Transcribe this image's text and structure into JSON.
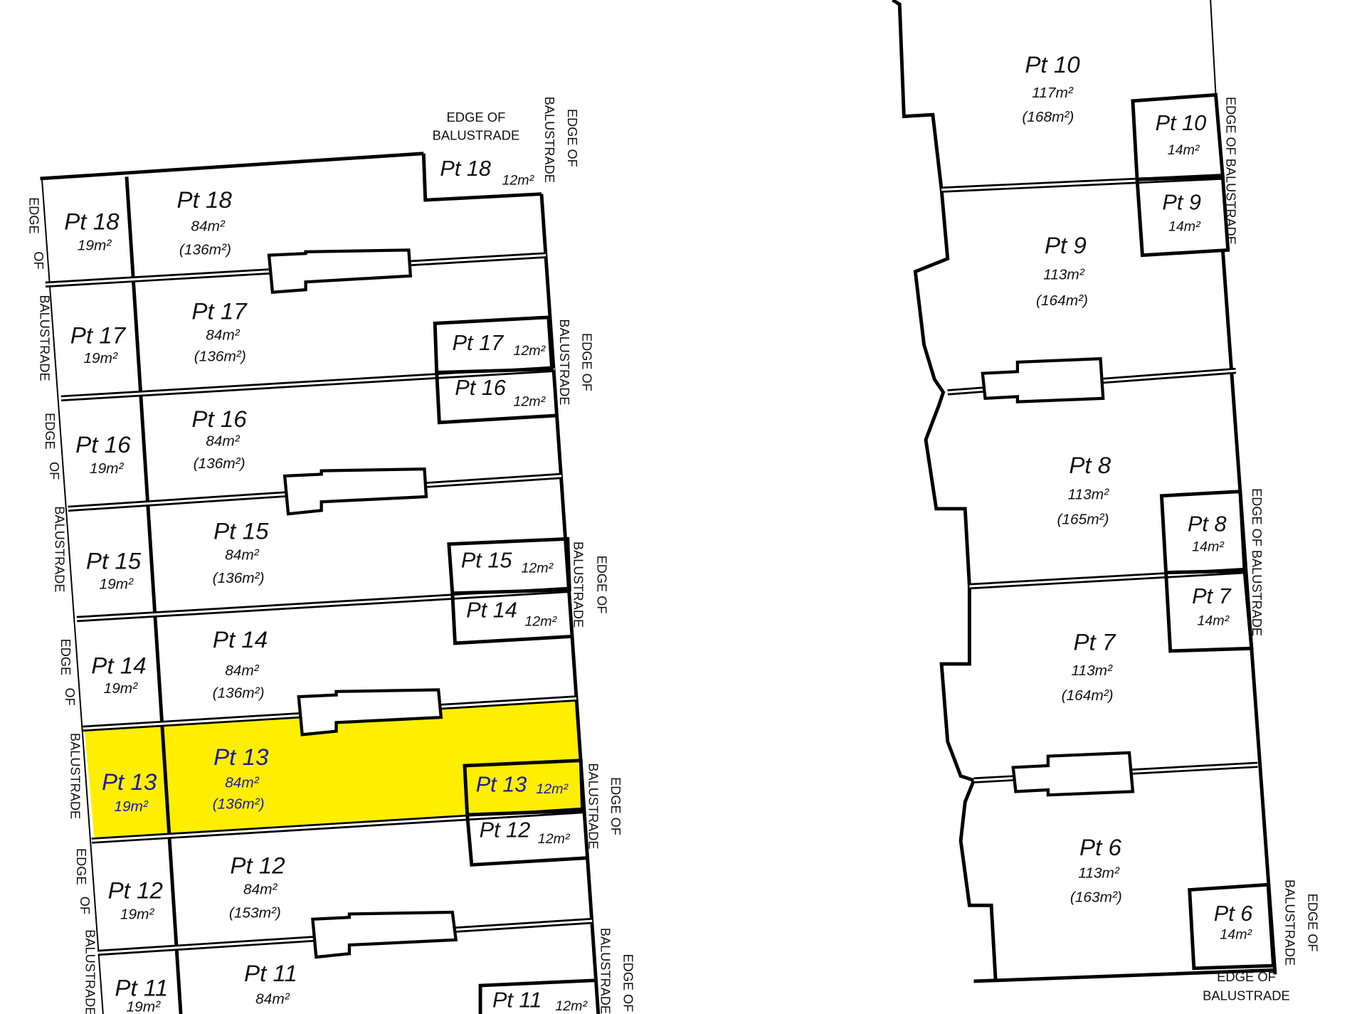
{
  "left_building": {
    "highlight_color": "#ffee00",
    "highlighted_lot": "Pt 13",
    "lots": [
      {
        "courtyard": {
          "name": "Pt 18",
          "area": "19m²"
        },
        "main": {
          "name": "Pt 18",
          "area": "84m²",
          "total": "(136m²)"
        },
        "balcony": {
          "name": "Pt 18",
          "area": "12m²"
        }
      },
      {
        "courtyard": {
          "name": "Pt 17",
          "area": "19m²"
        },
        "main": {
          "name": "Pt 17",
          "area": "84m²",
          "total": "(136m²)"
        },
        "balcony": {
          "name": "Pt 17",
          "area": "12m²"
        }
      },
      {
        "courtyard": {
          "name": "Pt 16",
          "area": "19m²"
        },
        "main": {
          "name": "Pt 16",
          "area": "84m²",
          "total": "(136m²)"
        },
        "balcony": {
          "name": "Pt 16",
          "area": "12m²"
        }
      },
      {
        "courtyard": {
          "name": "Pt 15",
          "area": "19m²"
        },
        "main": {
          "name": "Pt 15",
          "area": "84m²",
          "total": "(136m²)"
        },
        "balcony": {
          "name": "Pt 15",
          "area": "12m²"
        }
      },
      {
        "courtyard": {
          "name": "Pt 14",
          "area": "19m²"
        },
        "main": {
          "name": "Pt 14",
          "area": "84m²",
          "total": "(136m²)"
        },
        "balcony": {
          "name": "Pt 14",
          "area": "12m²"
        }
      },
      {
        "courtyard": {
          "name": "Pt 13",
          "area": "19m²"
        },
        "main": {
          "name": "Pt 13",
          "area": "84m²",
          "total": "(136m²)"
        },
        "balcony": {
          "name": "Pt 13",
          "area": "12m²"
        }
      },
      {
        "courtyard": {
          "name": "Pt 12",
          "area": "19m²"
        },
        "main": {
          "name": "Pt 12",
          "area": "84m²",
          "total": "(153m²)"
        },
        "balcony": {
          "name": "Pt 12",
          "area": "12m²"
        }
      },
      {
        "courtyard": {
          "name": "Pt 11",
          "area": "19m²"
        },
        "main": {
          "name": "Pt 11",
          "area": "84m²"
        },
        "balcony": {
          "name": "Pt 11",
          "area": "12m²"
        }
      }
    ]
  },
  "right_building": {
    "lots": [
      {
        "main": {
          "name": "Pt 10",
          "area": "117m²",
          "total": "(168m²)"
        },
        "balcony": {
          "name": "Pt 10",
          "area": "14m²"
        }
      },
      {
        "main": {
          "name": "Pt 9",
          "area": "113m²",
          "total": "(164m²)"
        },
        "balcony": {
          "name": "Pt 9",
          "area": "14m²"
        }
      },
      {
        "main": {
          "name": "Pt 8",
          "area": "113m²",
          "total": "(165m²)"
        },
        "balcony": {
          "name": "Pt 8",
          "area": "14m²"
        }
      },
      {
        "main": {
          "name": "Pt 7",
          "area": "113m²",
          "total": "(164m²)"
        },
        "balcony": {
          "name": "Pt 7",
          "area": "14m²"
        }
      },
      {
        "main": {
          "name": "Pt 6",
          "area": "113m²",
          "total": "(163m²)"
        },
        "balcony": {
          "name": "Pt 6",
          "area": "14m²"
        }
      }
    ]
  },
  "edge_labels": {
    "edge": "EDGE",
    "of": "OF",
    "edge_of": "EDGE OF",
    "balustrade": "BALUSTRADE",
    "edge_of_balustrade": "EDGE OF BALUSTRADE"
  }
}
